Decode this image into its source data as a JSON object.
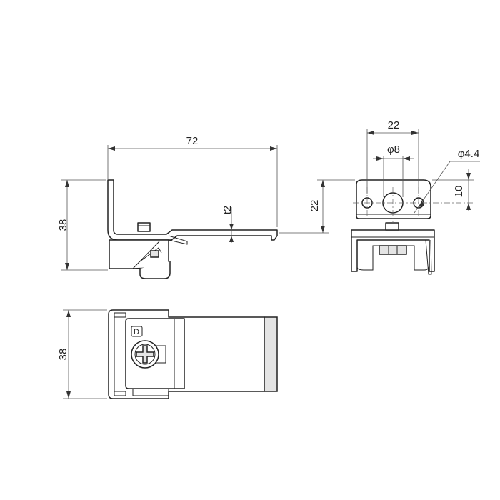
{
  "front_view": {
    "width_label": "72",
    "height_label": "38",
    "thickness_label": "t2"
  },
  "side_view": {
    "width_label": "22",
    "hole_large_label": "φ8",
    "hole_small_label": "φ4.4",
    "height_label": "22",
    "offset_label": "10"
  },
  "top_view": {
    "height_label": "38",
    "marking_label": "D"
  }
}
